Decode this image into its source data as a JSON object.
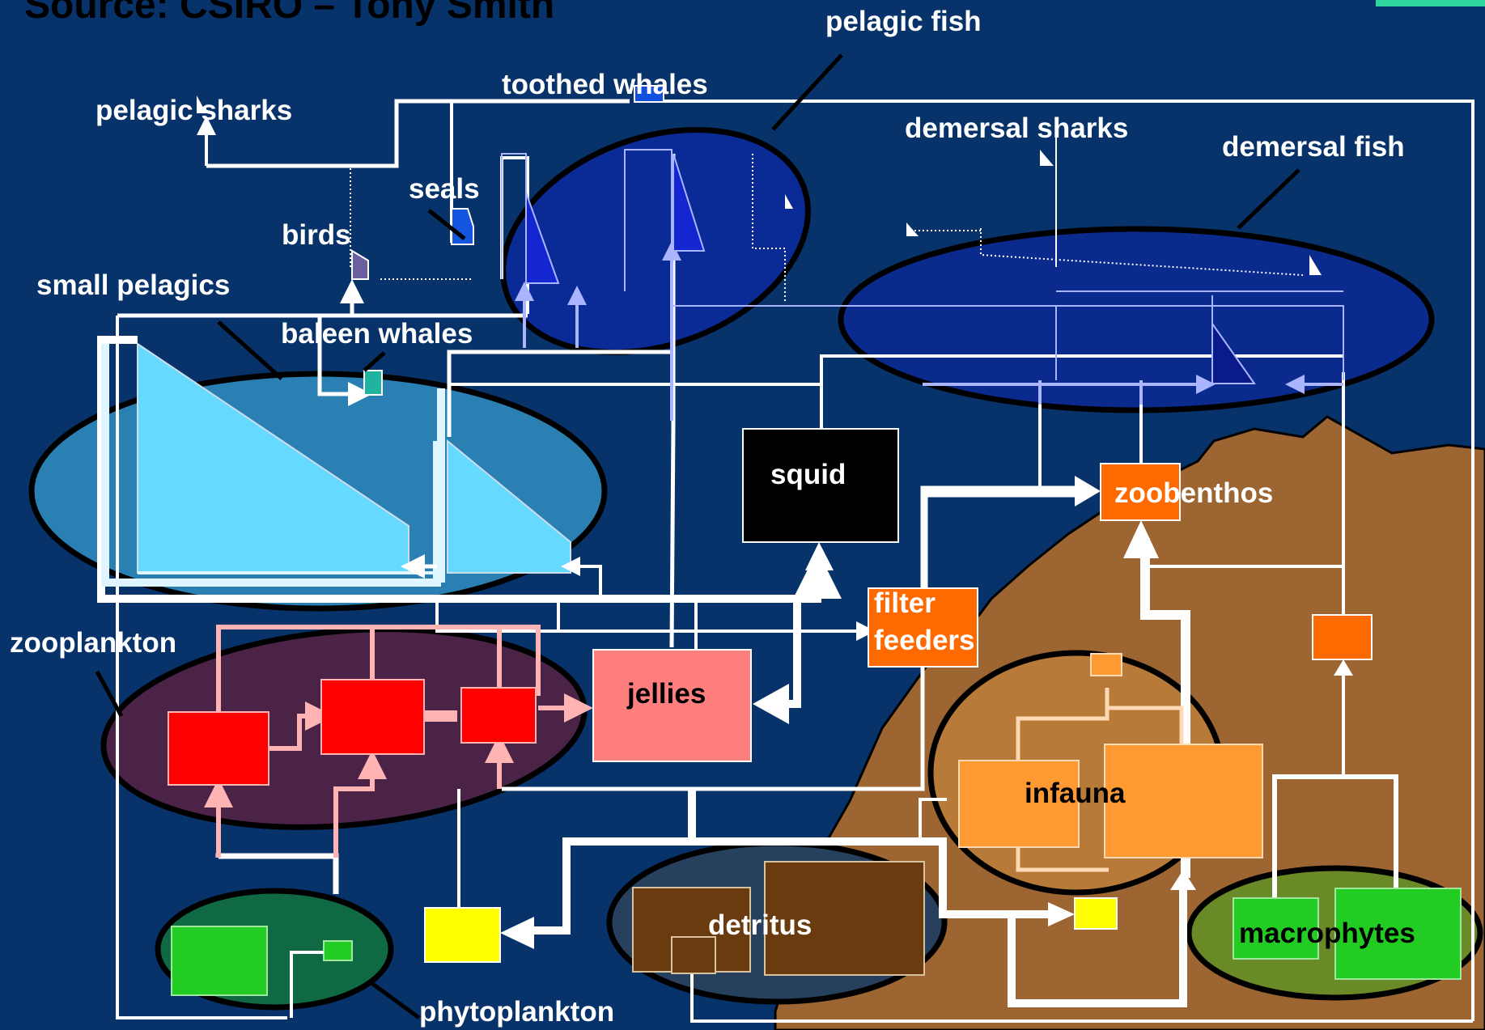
{
  "header": {
    "source": "Source: CSIRO – Tony Smith"
  },
  "labels": {
    "pelagic_fish": "pelagic fish",
    "toothed_whales": "toothed whales",
    "pelagic_sharks": "pelagic sharks",
    "seals": "seals",
    "birds": "birds",
    "small_pelagics": "small pelagics",
    "baleen_whales": "baleen whales",
    "demersal_sharks": "demersal sharks",
    "demersal_fish": "demersal fish",
    "squid": "squid",
    "zoobenthos": "zoobenthos",
    "filter": "filter",
    "feeders": "feeders",
    "zooplankton": "zooplankton",
    "jellies": "jellies",
    "infauna": "infauna",
    "detritus": "detritus",
    "macrophytes": "macrophytes",
    "phytoplankton": "phytoplankton"
  },
  "colors": {
    "background": "#07336a",
    "seabed": "#9c6532",
    "header_green": "#2fd6a0",
    "pelagic_ellipse": "#0a2a96",
    "demersal_ellipse": "#0a2a8e",
    "small_pelagic_ellipse": "#2a7fb3",
    "zooplankton_ellipse": "#4a2346",
    "phyto_ellipse": "#0f6a44",
    "detritus_ellipse": "#27405e",
    "infauna_ellipse": "#b87a38",
    "macrophyte_ellipse": "#6a8a28",
    "squid": "#000000",
    "jellies": "#ff7f7f",
    "zooplankton_box": "#ff0000",
    "phytoplankton_box": "#22cc22",
    "filter_feeders": "#ff6a00",
    "zoobenthos": "#ff6a00",
    "infauna": "#ff9a33",
    "detritus": "#6b3b10",
    "yellow_box": "#ffff00"
  }
}
